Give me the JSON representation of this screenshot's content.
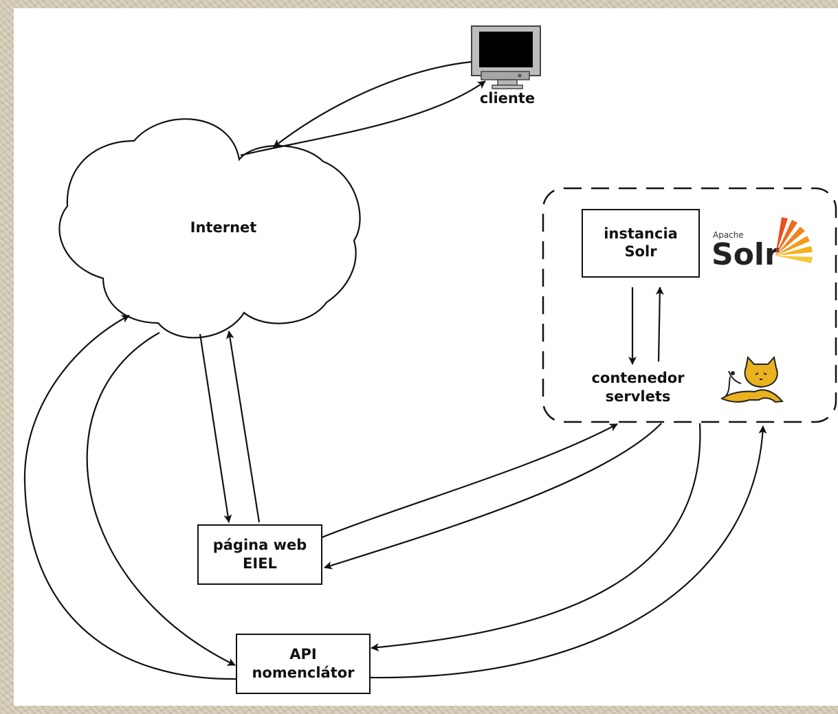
{
  "nodes": {
    "client": {
      "label": "cliente"
    },
    "internet": {
      "label": "Internet"
    },
    "solr_instance": {
      "line1": "instancia",
      "line2": "Solr"
    },
    "servlet_container": {
      "line1": "contenedor",
      "line2": "servlets"
    },
    "web_page": {
      "line1": "página web",
      "line2": "EIEL"
    },
    "api": {
      "line1": "API",
      "line2": "nomenclátor"
    }
  },
  "logos": {
    "solr": {
      "small": "Apache",
      "big": "Solr",
      "icon": "solr-sunburst-icon"
    },
    "tomcat": {
      "icon": "tomcat-cat-icon"
    }
  },
  "colors": {
    "line": "#111111",
    "solr_orange": "#e8501c",
    "solr_yellow": "#f5b21b",
    "tomcat_yellow": "#e9b21e"
  }
}
